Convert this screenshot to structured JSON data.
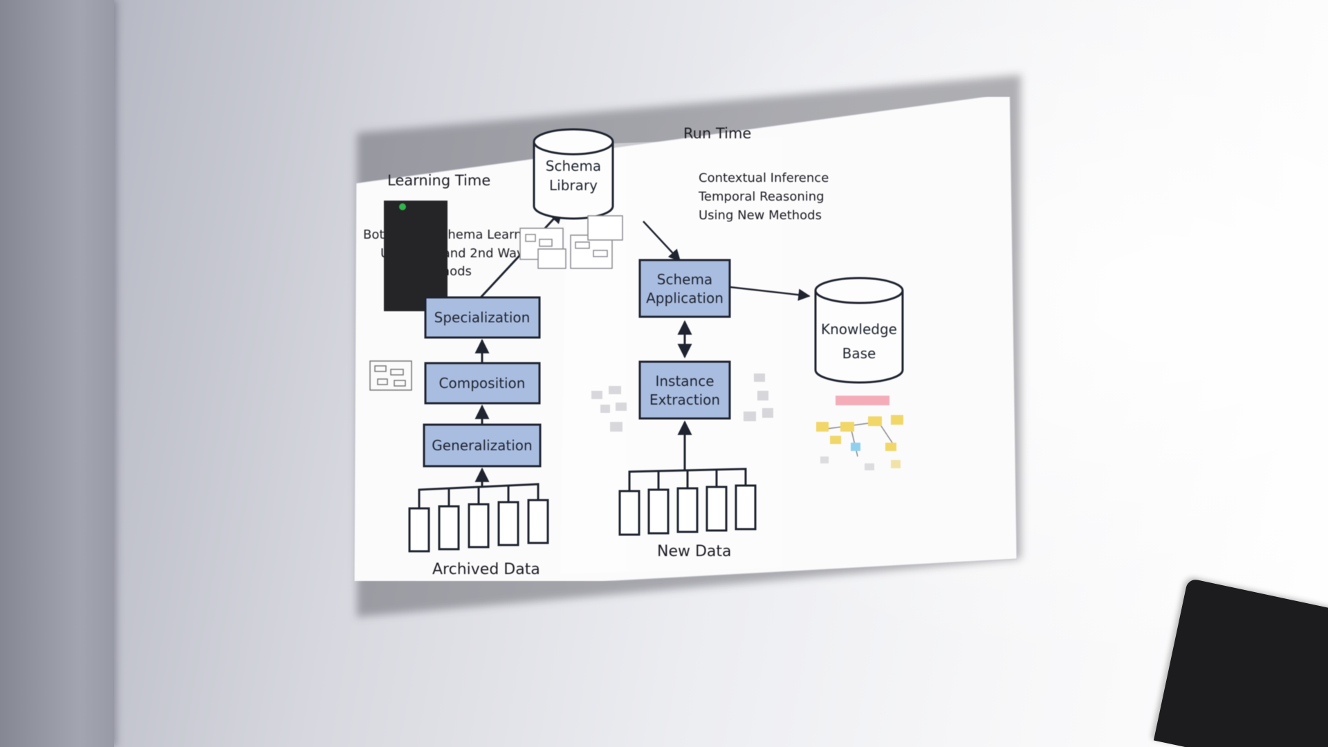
{
  "poster": {
    "learning_time": {
      "title": "Learning Time",
      "bullets": [
        "Bottom-up Schema Learning",
        "Using 1st and 2nd Wave",
        "Methods"
      ],
      "steps": [
        "Specialization",
        "Composition",
        "Generalization"
      ],
      "data_label": "Archived Data"
    },
    "run_time": {
      "title": "Run Time",
      "bullets": [
        "Contextual Inference",
        "Temporal Reasoning",
        "Using New Methods"
      ],
      "step_application": [
        "Schema",
        "Application"
      ],
      "step_extraction": [
        "Instance",
        "Extraction"
      ],
      "data_label": "New Data"
    },
    "library": [
      "Schema",
      "Library"
    ],
    "knowledge_base": [
      "Knowledge",
      "Base"
    ]
  },
  "colors": {
    "box_fill": "#a9bde0",
    "box_stroke": "#1f2430",
    "wall": "#e6e7ec"
  }
}
